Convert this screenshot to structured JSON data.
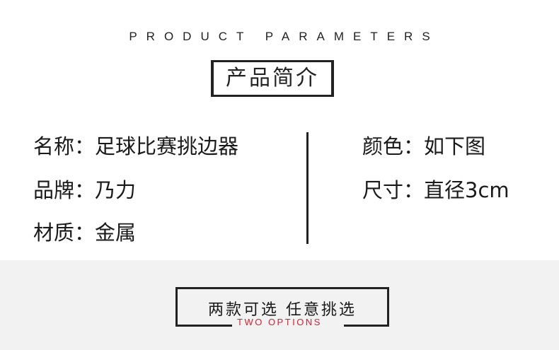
{
  "header": {
    "title_en": "PRODUCT PARAMETERS",
    "title_cn": "产品简介"
  },
  "params_left": [
    {
      "label": "名称：",
      "value": "足球比赛挑边器"
    },
    {
      "label": "品牌：",
      "value": "乃力"
    },
    {
      "label": "材质：",
      "value": "金属"
    }
  ],
  "params_right": [
    {
      "label": "颜色：",
      "value": "如下图"
    },
    {
      "label": "尺寸：",
      "value": "直径3cm"
    }
  ],
  "options": {
    "title_cn": "两款可选  任意挑选",
    "subtitle_en": "TWO OPTIONS",
    "subtitle_color": "#e01b2f"
  }
}
